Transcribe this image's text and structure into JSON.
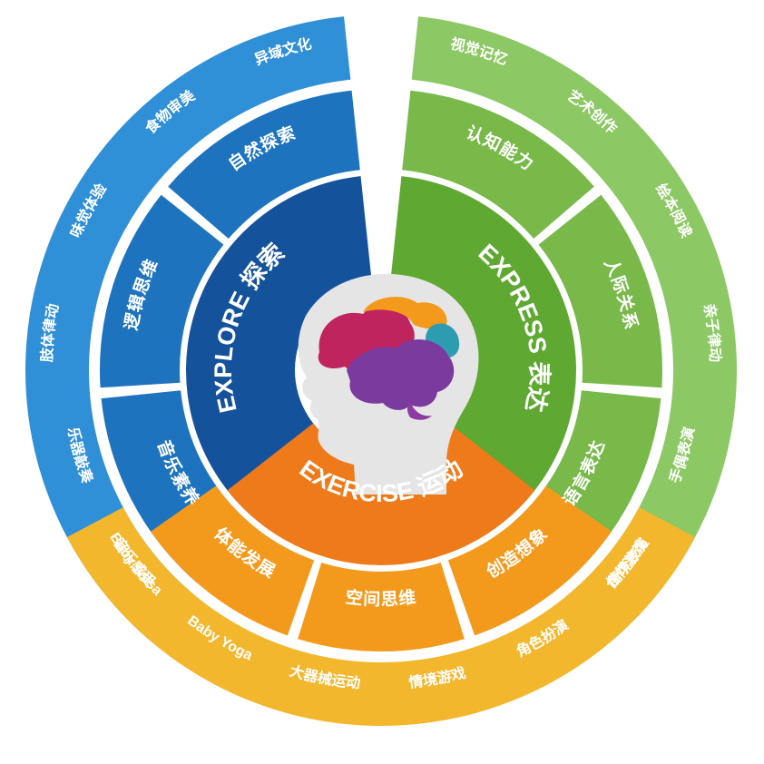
{
  "colors": {
    "blue_outer": "#2F8FD7",
    "blue_mid": "#1E73BF",
    "blue_core": "#15529C",
    "green_outer": "#8CC864",
    "green_mid": "#78B94A",
    "green_core": "#5FA832",
    "orange_outer": "#F2B72D",
    "orange_mid": "#F39A1C",
    "orange_core": "#EF7A1A",
    "head": "#E5E5E5",
    "background": "#FFFFFF"
  },
  "sections": [
    {
      "id": "explore",
      "core": "EXPLORE 探索",
      "mid": [
        "音乐素养",
        "逻辑思维",
        "自然探索"
      ],
      "outer": [
        "音乐感受",
        "乐器敲奏",
        "肢体律动",
        "味觉体验",
        "食物审美",
        "异域文化"
      ]
    },
    {
      "id": "express",
      "core": "EXPRESS 表达",
      "mid": [
        "认知能力",
        "人际关系",
        "语言表达"
      ],
      "outer": [
        "视觉记忆",
        "艺术创作",
        "绘本阅读",
        "亲子律动",
        "手偶表演",
        "情境表演"
      ]
    },
    {
      "id": "exercise",
      "core": "EXERCISE 运动",
      "mid": [
        "创造想象",
        "空间思维",
        "体能发展"
      ],
      "outer": [
        "合作游戏",
        "角色扮演",
        "情境游戏",
        "大器械运动",
        "Baby Yoga",
        "Baby salsa"
      ]
    }
  ],
  "center_icon": "child-head-brain-icon",
  "brain_colors": [
    "#C0245E",
    "#F39A1C",
    "#2E9CB0",
    "#7A3A9E",
    "#8E3AA3"
  ]
}
